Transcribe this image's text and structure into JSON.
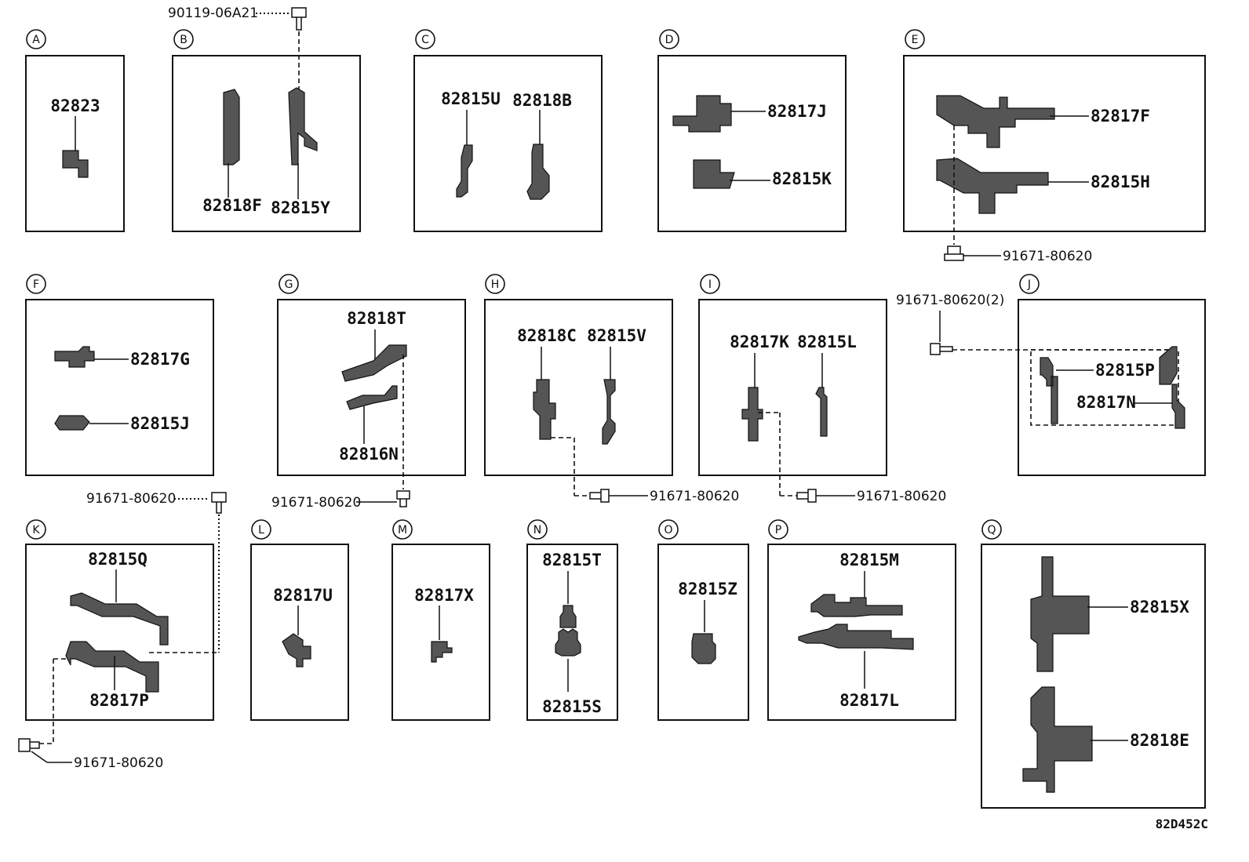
{
  "sections": {
    "A": {
      "letter": "A"
    },
    "B": {
      "letter": "B"
    },
    "C": {
      "letter": "C"
    },
    "D": {
      "letter": "D"
    },
    "E": {
      "letter": "E"
    },
    "F": {
      "letter": "F"
    },
    "G": {
      "letter": "G"
    },
    "H": {
      "letter": "H"
    },
    "I": {
      "letter": "I"
    },
    "J": {
      "letter": "J"
    },
    "K": {
      "letter": "K"
    },
    "L": {
      "letter": "L"
    },
    "M": {
      "letter": "M"
    },
    "N": {
      "letter": "N"
    },
    "O": {
      "letter": "O"
    },
    "P": {
      "letter": "P"
    },
    "Q": {
      "letter": "Q"
    }
  },
  "parts": {
    "p82823": "82823",
    "p82818F": "82818F",
    "p82815Y": "82815Y",
    "p82815U": "82815U",
    "p82818B": "82818B",
    "p82817J": "82817J",
    "p82815K": "82815K",
    "p82817F": "82817F",
    "p82815H": "82815H",
    "p82817G": "82817G",
    "p82815J": "82815J",
    "p82818T": "82818T",
    "p82816N": "82816N",
    "p82818C": "82818C",
    "p82815V": "82815V",
    "p82817K": "82817K",
    "p82815L": "82815L",
    "p82815P": "82815P",
    "p82817N": "82817N",
    "p82815Q": "82815Q",
    "p82817P": "82817P",
    "p82817U": "82817U",
    "p82817X": "82817X",
    "p82815T": "82815T",
    "p82815S": "82815S",
    "p82815Z": "82815Z",
    "p82815M": "82815M",
    "p82817L": "82817L",
    "p82815X": "82815X",
    "p82818E": "82818E"
  },
  "fasteners": {
    "b_top": "90119-06A21",
    "e_bolt": "91671-80620",
    "j_bolt": "91671-80620(2)",
    "g_bolt": "91671-80620",
    "k_bolt_top": "91671-80620",
    "k_bolt_bottom": "91671-80620",
    "h_bolt": "91671-80620",
    "i_bolt": "91671-80620"
  },
  "diagram_code": "82D452C"
}
